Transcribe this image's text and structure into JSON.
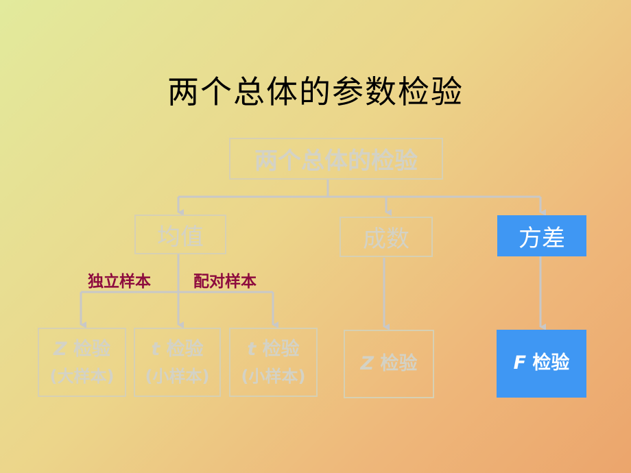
{
  "title": "两个总体的参数检验",
  "root": "两个总体的检验",
  "categories": {
    "mean": "均值",
    "proportion": "成数",
    "variance": "方差"
  },
  "edge_labels": {
    "independent": "独立样本",
    "paired": "配对样本"
  },
  "tests": {
    "z_large": {
      "symbol": "Z",
      "name": "检验",
      "note": "(大样本)"
    },
    "t_small_1": {
      "symbol": "t",
      "name": "检验",
      "note": "(小样本)"
    },
    "t_small_2": {
      "symbol": "t",
      "name": "检验",
      "note": "(小样本)"
    },
    "z_prop": {
      "symbol": "Z",
      "name": "检验"
    },
    "f_var": {
      "symbol": "F",
      "name": "检验"
    }
  },
  "colors": {
    "highlight": "#3f97f3",
    "faded_border": "#d6d0b4",
    "faded_text": "#d3d2c6",
    "label_text": "#8d0b3e"
  }
}
